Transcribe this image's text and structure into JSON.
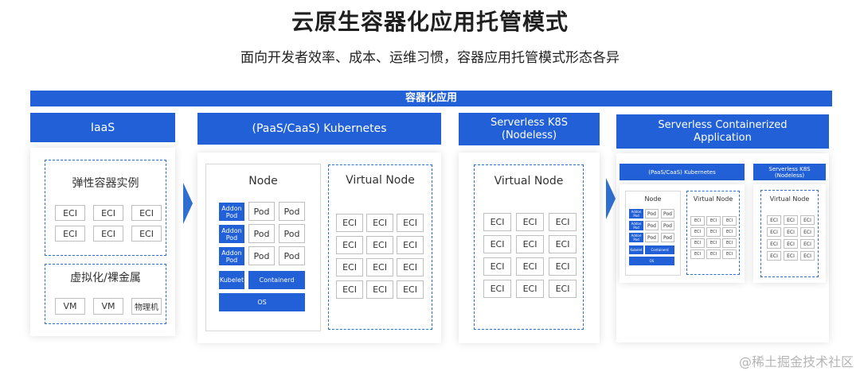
{
  "title": "云原生容器化应用托管模式",
  "subtitle": "面向开发者效率、成本、运维习惯，容器应用托管模式形态各异",
  "banner": "容器化应用",
  "columns": {
    "iaas": {
      "header": "IaaS",
      "top_label": "弹性容器实例",
      "eci_cells": [
        "ECI",
        "ECI",
        "ECI",
        "ECI",
        "ECI",
        "ECI"
      ],
      "bottom_label": "虚拟化/裸金属",
      "bottom_cells": [
        "VM",
        "VM",
        "物理机"
      ]
    },
    "k8s": {
      "header": "(PaaS/CaaS) Kubernetes",
      "node_label": "Node",
      "addon_label": "Addon\nPod",
      "pod_label": "Pod",
      "kubelet": "Kubelet",
      "containerd": "Containerd",
      "os": "OS",
      "virtual_node_label": "Virtual Node",
      "eci_label": "ECI"
    },
    "serverless_k8s": {
      "header": "Serverless K8S\n(Nodeless)",
      "virtual_node_label": "Virtual Node",
      "eci_label": "ECI"
    },
    "serverless_app": {
      "header": "Serverless Containerized\nApplication",
      "mini_k8s_header": "(PaaS/CaaS) Kubernetes",
      "mini_sk8s_header": "Serverless K8S\n(Nodeless)",
      "node_label": "Node",
      "virtual_node_label": "Virtual Node",
      "addon_label": "Addon\nPod",
      "pod_label": "Pod",
      "kubelet": "Kubelet",
      "containerd": "Containerd",
      "os": "OS",
      "eci_label": "ECI"
    }
  },
  "watermark": "@稀土掘金技术社区",
  "colors": {
    "accent": "#2160d6",
    "dash": "#2f6fd0"
  }
}
